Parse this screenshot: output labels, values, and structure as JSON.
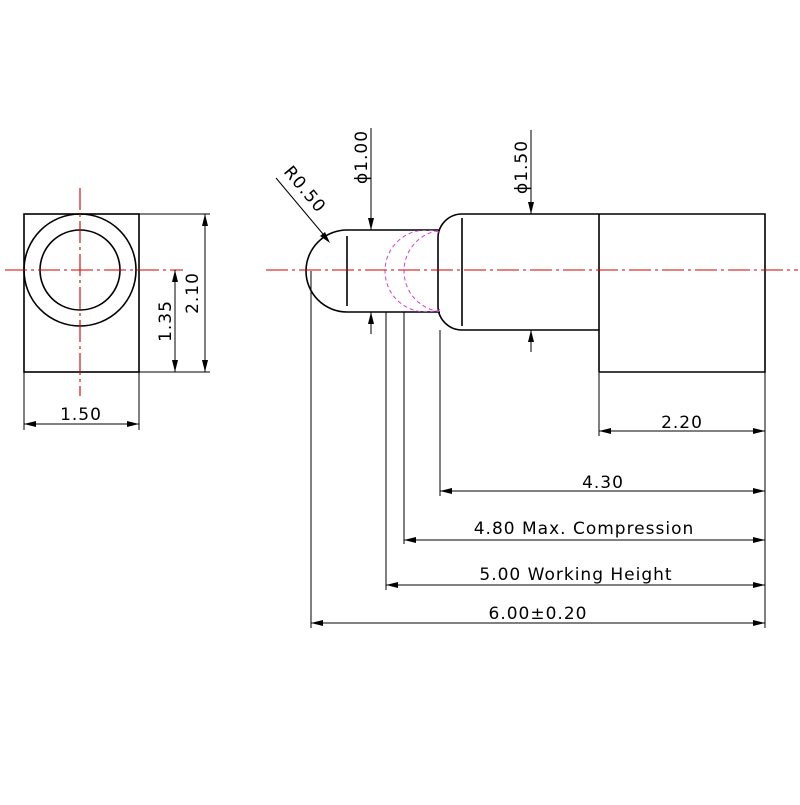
{
  "drawing": {
    "dimensions": {
      "radius": "R0.50",
      "dia_tip": "ϕ1.00",
      "dia_body": "ϕ1.50",
      "height_total": "2.10",
      "height_axis": "1.35",
      "width_end": "1.50",
      "len_base": "2.20",
      "len_body": "4.30",
      "len_max_comp": "4.80 Max. Compression",
      "len_working": "5.00 Working Height",
      "len_total": "6.00±0.20"
    },
    "colors": {
      "outline": "#000000",
      "center_line": "#d00000",
      "hidden_line": "#d040d0"
    }
  }
}
